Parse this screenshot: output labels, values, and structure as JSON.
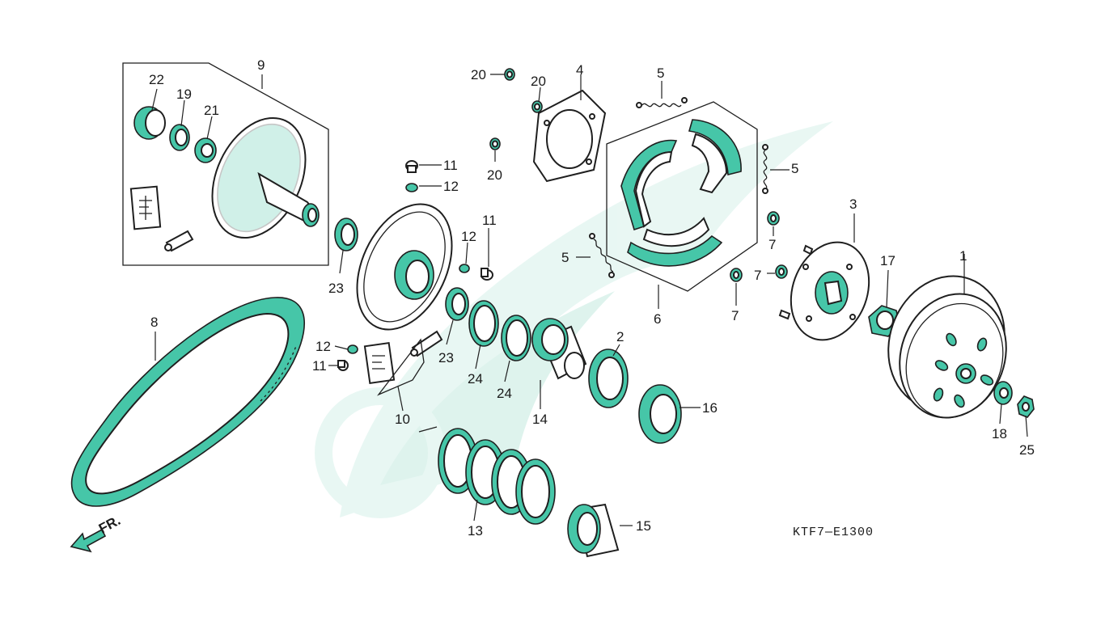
{
  "diagram_code": "KTF7—E1300",
  "direction_label": "FR.",
  "colors": {
    "line": "#1f1f1f",
    "accent": "#2fbf9b",
    "watermark": "#d7f1ea"
  },
  "icons": {
    "watermark": "wing-logo-watermark-icon",
    "direction": "front-arrow-icon"
  },
  "callouts": {
    "c1": "1",
    "c2": "2",
    "c3": "3",
    "c4": "4",
    "c5a": "5",
    "c5b": "5",
    "c5c": "5",
    "c6": "6",
    "c7a": "7",
    "c7b": "7",
    "c7c": "7",
    "c8": "8",
    "c9": "9",
    "c10": "10",
    "c11a": "11",
    "c11b": "11",
    "c11c": "11",
    "c12a": "12",
    "c12b": "12",
    "c12c": "12",
    "c13": "13",
    "c14": "14",
    "c15": "15",
    "c16": "16",
    "c17": "17",
    "c18": "18",
    "c19": "19",
    "c20a": "20",
    "c20b": "20",
    "c20c": "20",
    "c21": "21",
    "c22": "22",
    "c23a": "23",
    "c23b": "23",
    "c24a": "24",
    "c24b": "24",
    "c25": "25"
  }
}
